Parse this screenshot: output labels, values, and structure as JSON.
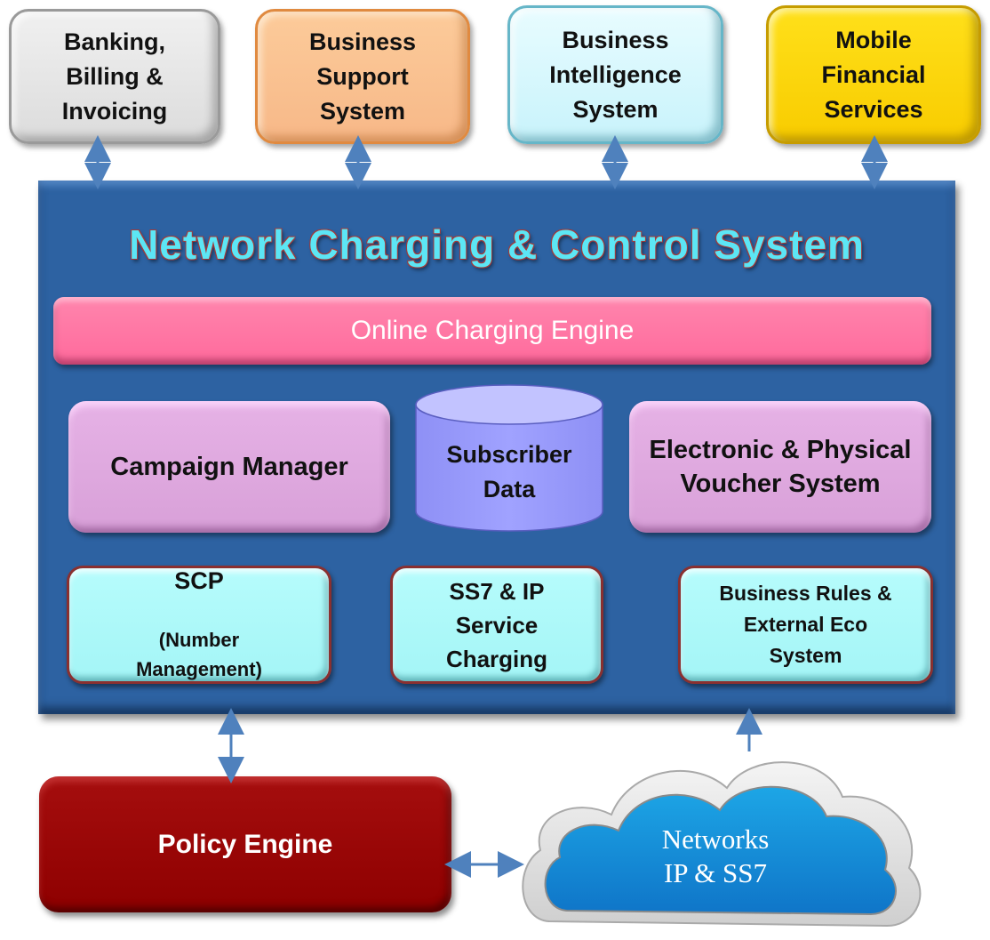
{
  "diagram": {
    "title": "Network Charging & Control System",
    "external_systems": [
      {
        "label": "Banking,\nBilling &\nInvoicing",
        "color": "#e2e2e2"
      },
      {
        "label": "Business\nSupport\nSystem",
        "color": "#f9c090"
      },
      {
        "label": "Business\nIntelligence\nSystem",
        "color": "#d6f8fd"
      },
      {
        "label": "Mobile\nFinancial\nServices",
        "color": "#fbd300"
      }
    ],
    "online_charging_engine": "Online Charging Engine",
    "middle_row": {
      "campaign_manager": "Campaign Manager",
      "subscriber_data": "Subscriber\nData",
      "voucher_system": "Electronic & Physical\nVoucher System"
    },
    "bottom_row": {
      "scp_title": "SCP",
      "scp_subtitle": "(Number\nManagement)",
      "ss7_ip": "SS7 & IP\nService\nCharging",
      "business_rules": "Business Rules &\nExternal Eco\nSystem"
    },
    "policy_engine": "Policy Engine",
    "networks": "Networks\nIP & SS7",
    "colors": {
      "panel": "#2d62a2",
      "title_text": "#5ce6f5",
      "oce": "#ff6f9f",
      "pink_box": "#dca4dc",
      "cylinder": "#9b9cff",
      "aqua_box": "#a8f7f8",
      "policy": "#990505",
      "cloud": "#1f8fd8",
      "arrow": "#4f81bd"
    }
  }
}
